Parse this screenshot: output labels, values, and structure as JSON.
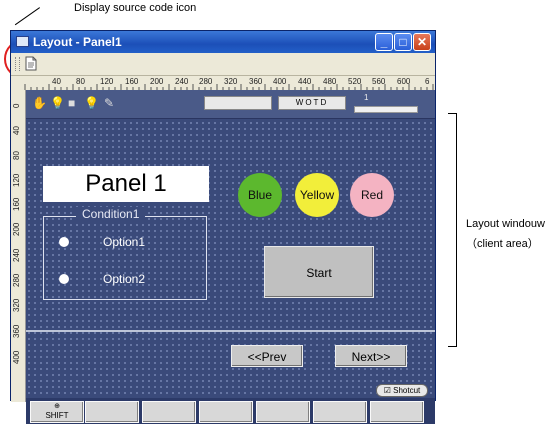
{
  "callout": {
    "text": "Display source code icon"
  },
  "window": {
    "title": "Layout - Panel1",
    "buttons": {
      "minimize": "_",
      "maximize": "□",
      "close": "✕"
    },
    "ruler_top": [
      "40",
      "80",
      "120",
      "160",
      "200",
      "240",
      "280",
      "320",
      "360",
      "400",
      "440",
      "480",
      "520",
      "560",
      "600",
      "6"
    ],
    "ruler_left": [
      "0",
      "40",
      "80",
      "120",
      "160",
      "200",
      "240",
      "280",
      "320",
      "360",
      "400"
    ]
  },
  "control_bar": {
    "wotd_label": "WOTD",
    "indicator_label": "1"
  },
  "panel": {
    "title": "Panel 1",
    "condition_label": "Condition1",
    "option1": "Option1",
    "option2": "Option2",
    "start": "Start",
    "prev": "<<Prev",
    "next": "Next>>",
    "shortcut": "Shotcut",
    "shift": "SHIFT",
    "color_buttons": [
      {
        "label": "Blue",
        "color": "#5cb82e"
      },
      {
        "label": "Yellow",
        "color": "#f2ee3a"
      },
      {
        "label": "Red",
        "color": "#f4b3c2"
      }
    ]
  },
  "annotation": {
    "line1": "Layout windouw",
    "line2": "（client area）"
  }
}
